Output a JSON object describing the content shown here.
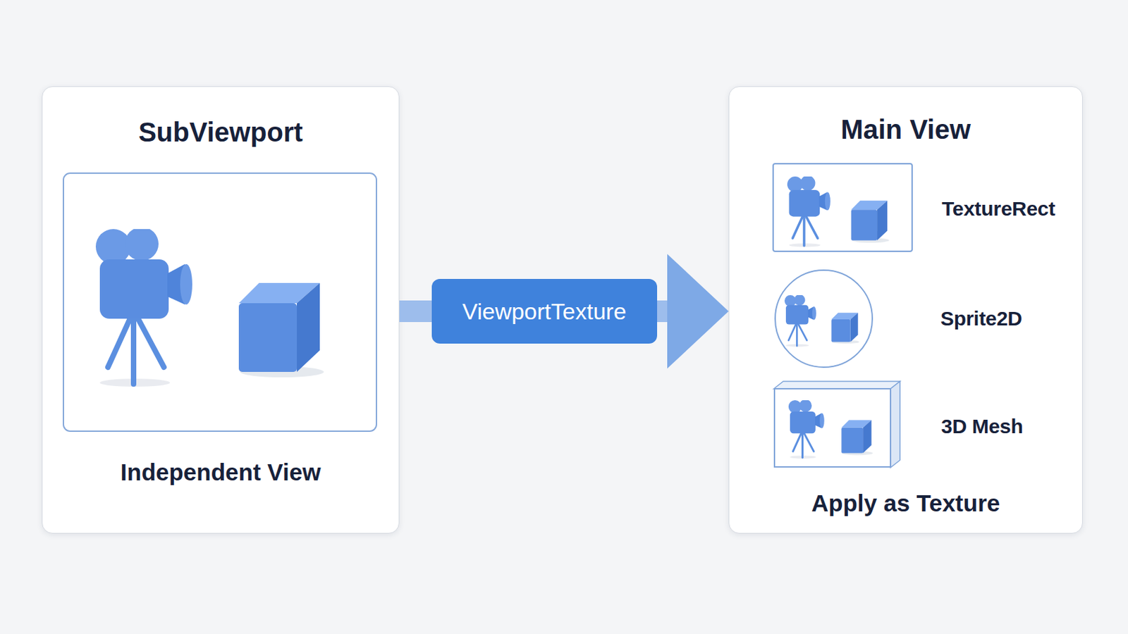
{
  "diagram": {
    "nodes": [
      {
        "text": [
          "SubViewport",
          "Independent View"
        ]
      },
      {
        "text": [
          "Main View",
          "Apply as Texture"
        ]
      },
      {
        "text": [
          "TextureRect"
        ],
        "in": 1
      },
      {
        "text": [
          "Sprite2D"
        ],
        "in": 1
      },
      {
        "text": [
          "3D Mesh"
        ],
        "in": 1
      }
    ],
    "edges": [
      {
        "from": 0,
        "to": 1,
        "arrow": "to",
        "label": "ViewportTexture"
      }
    ]
  }
}
